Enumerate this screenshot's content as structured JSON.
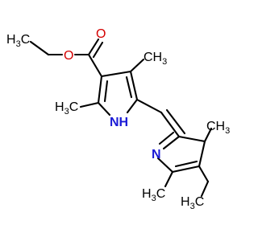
{
  "molecule": {
    "labels": {
      "carbonyl_o": "O",
      "ester_o": "O",
      "ethyl_ch3": "H3C",
      "ring1_nh": "NH",
      "ring2_n": "N",
      "methyl_top": "CH3",
      "methyl_left": "H3C",
      "methyl_right": "CH3",
      "methyl_bottom_left": "H3C",
      "ethyl_bottom": "H3C"
    },
    "colors": {
      "carbon_bond": "#000000",
      "nitrogen": "#1a1ad6",
      "oxygen": "#d40000",
      "background": "#ffffff"
    }
  }
}
